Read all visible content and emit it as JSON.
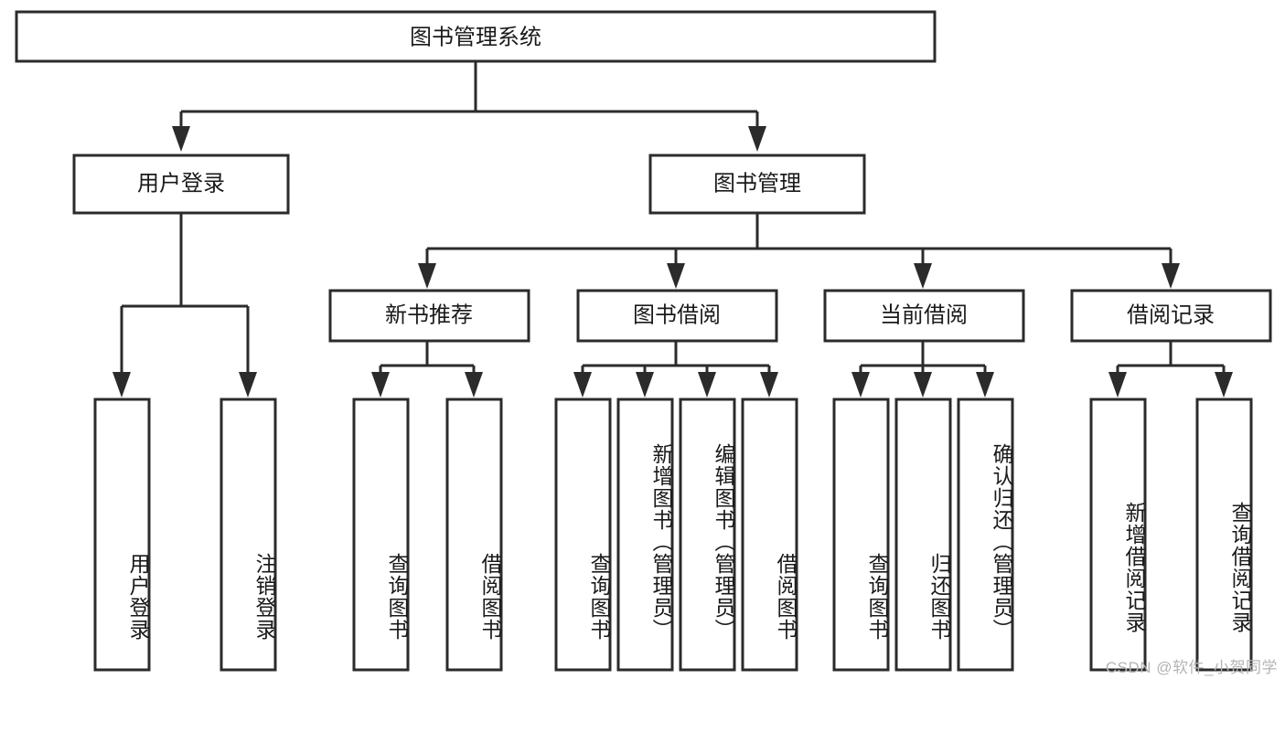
{
  "diagram": {
    "type": "tree-hierarchy",
    "title": "图书管理系统",
    "orientation": "top-down",
    "style": {
      "box_fill": "#ffffff",
      "box_stroke": "#2b2b2b",
      "text_color": "#1a1a1a",
      "background": "#ffffff",
      "watermark_color": "#b4b4b4"
    },
    "levels": [
      {
        "level": 1,
        "nodes": [
          {
            "id": "root",
            "label": "图书管理系统",
            "text_orientation": "horizontal"
          }
        ]
      },
      {
        "level": 2,
        "nodes": [
          {
            "id": "user-login",
            "label": "用户登录",
            "parent": "root",
            "text_orientation": "horizontal"
          },
          {
            "id": "book-manage",
            "label": "图书管理",
            "parent": "root",
            "text_orientation": "horizontal"
          }
        ]
      },
      {
        "level": 3,
        "nodes": [
          {
            "id": "new-book-rec",
            "label": "新书推荐",
            "parent": "book-manage",
            "text_orientation": "horizontal"
          },
          {
            "id": "book-borrow",
            "label": "图书借阅",
            "parent": "book-manage",
            "text_orientation": "horizontal"
          },
          {
            "id": "current-borrow",
            "label": "当前借阅",
            "parent": "book-manage",
            "text_orientation": "horizontal"
          },
          {
            "id": "borrow-record",
            "label": "借阅记录",
            "parent": "book-manage",
            "text_orientation": "horizontal"
          }
        ]
      },
      {
        "level": 4,
        "nodes": [
          {
            "id": "leaf-user-login",
            "label": "用户登录",
            "parent": "user-login",
            "text_orientation": "vertical"
          },
          {
            "id": "leaf-logout",
            "label": "注销登录",
            "parent": "user-login",
            "text_orientation": "vertical"
          },
          {
            "id": "leaf-query-book-1",
            "label": "查询图书",
            "parent": "new-book-rec",
            "text_orientation": "vertical"
          },
          {
            "id": "leaf-borrow-book-1",
            "label": "借阅图书",
            "parent": "new-book-rec",
            "text_orientation": "vertical"
          },
          {
            "id": "leaf-query-book-2",
            "label": "查询图书",
            "parent": "book-borrow",
            "text_orientation": "vertical"
          },
          {
            "id": "leaf-add-book",
            "label": "新增图书（管理员）",
            "parent": "book-borrow",
            "text_orientation": "vertical"
          },
          {
            "id": "leaf-edit-book",
            "label": "编辑图书（管理员）",
            "parent": "book-borrow",
            "text_orientation": "vertical"
          },
          {
            "id": "leaf-borrow-book-2",
            "label": "借阅图书",
            "parent": "book-borrow",
            "text_orientation": "vertical"
          },
          {
            "id": "leaf-query-book-3",
            "label": "查询图书",
            "parent": "current-borrow",
            "text_orientation": "vertical"
          },
          {
            "id": "leaf-return-book",
            "label": "归还图书",
            "parent": "current-borrow",
            "text_orientation": "vertical"
          },
          {
            "id": "leaf-confirm-return",
            "label": "确认归还（管理员）",
            "parent": "current-borrow",
            "text_orientation": "vertical"
          },
          {
            "id": "leaf-add-record",
            "label": "新增借阅记录",
            "parent": "borrow-record",
            "text_orientation": "vertical"
          },
          {
            "id": "leaf-query-record",
            "label": "查询借阅记录",
            "parent": "borrow-record",
            "text_orientation": "vertical"
          }
        ]
      }
    ]
  },
  "watermark": {
    "text": "CSDN @软件_小贺同学"
  }
}
